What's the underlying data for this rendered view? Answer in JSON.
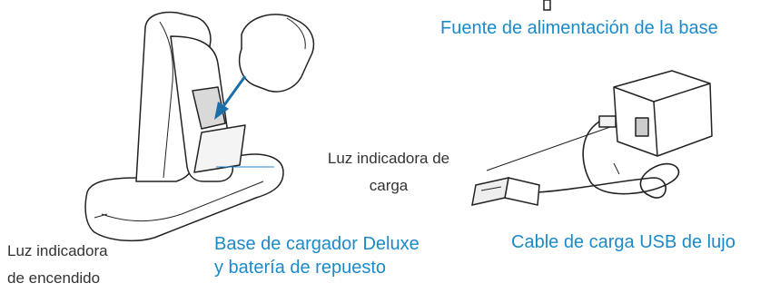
{
  "labels": {
    "power_supply": "Fuente de alimentación de la base",
    "charge_indicator_line1": "Luz indicadora de",
    "charge_indicator_line2": "carga",
    "usb_cable": "Cable de carga USB de lujo",
    "base_line1": "Base de cargador Deluxe",
    "base_line2": "y batería de repuesto",
    "power_light_line1": "Luz indicadora",
    "power_light_line2": "de encendido"
  },
  "colors": {
    "accent": "#1b8ac9",
    "text": "#333333",
    "line": "#222222"
  }
}
